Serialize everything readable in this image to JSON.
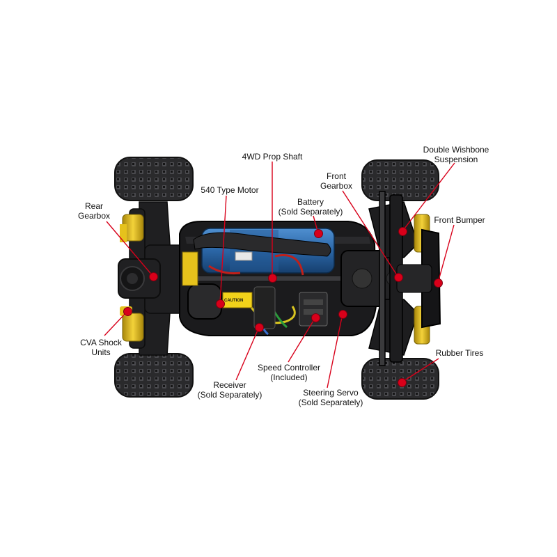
{
  "colors": {
    "callout": "#d8001a",
    "chassis": "#1b1b1d",
    "tire": "#262628",
    "battery": "#2e6fb0",
    "shock": "#e8c21a",
    "background": "#ffffff"
  },
  "labels": {
    "prop_shaft": [
      "4WD Prop Shaft"
    ],
    "motor": [
      "540 Type Motor"
    ],
    "front_gearbox": [
      "Front",
      "Gearbox"
    ],
    "battery": [
      "Battery",
      "(Sold Separately)"
    ],
    "double_wishbone": [
      "Double Wishbone",
      "Suspension"
    ],
    "rear_gearbox": [
      "Rear",
      "Gearbox"
    ],
    "front_bumper": [
      "Front Bumper"
    ],
    "cva_shock": [
      "CVA Shock",
      "Units"
    ],
    "speed_controller": [
      "Speed Controller",
      "(Included)"
    ],
    "rubber_tires": [
      "Rubber Tires"
    ],
    "receiver": [
      "Receiver",
      "(Sold Separately)"
    ],
    "steering_servo": [
      "Steering Servo",
      "(Sold Separately)"
    ]
  },
  "chassis_markings": {
    "caution": "CAUTION"
  },
  "icons": {
    "callout_marker": "red-dot-icon"
  }
}
